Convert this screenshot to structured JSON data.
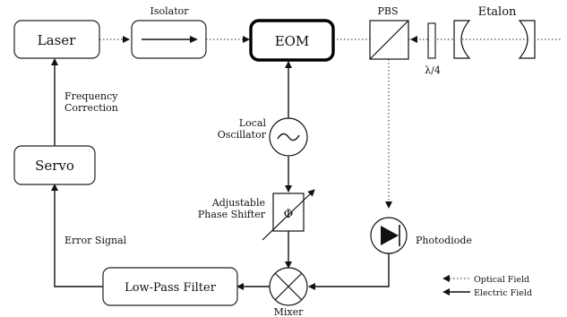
{
  "blocks": {
    "laser": "Laser",
    "isolator": "Isolator",
    "eom": "EOM",
    "pbs": "PBS",
    "waveplate": "λ/4",
    "etalon": "Etalon",
    "servo": "Servo",
    "frequency_correction_1": "Frequency",
    "frequency_correction_2": "Correction",
    "local_oscillator_1": "Local",
    "local_oscillator_2": "Oscillator",
    "phase_shifter_1": "Adjustable",
    "phase_shifter_2": "Phase Shifter",
    "phase_symbol": "Φ",
    "photodiode": "Photodiode",
    "error_signal": "Error Signal",
    "low_pass_filter": "Low-Pass Filter",
    "mixer": "Mixer"
  },
  "legend": {
    "optical_field": "Optical Field",
    "electric_field": "Electric Field"
  }
}
